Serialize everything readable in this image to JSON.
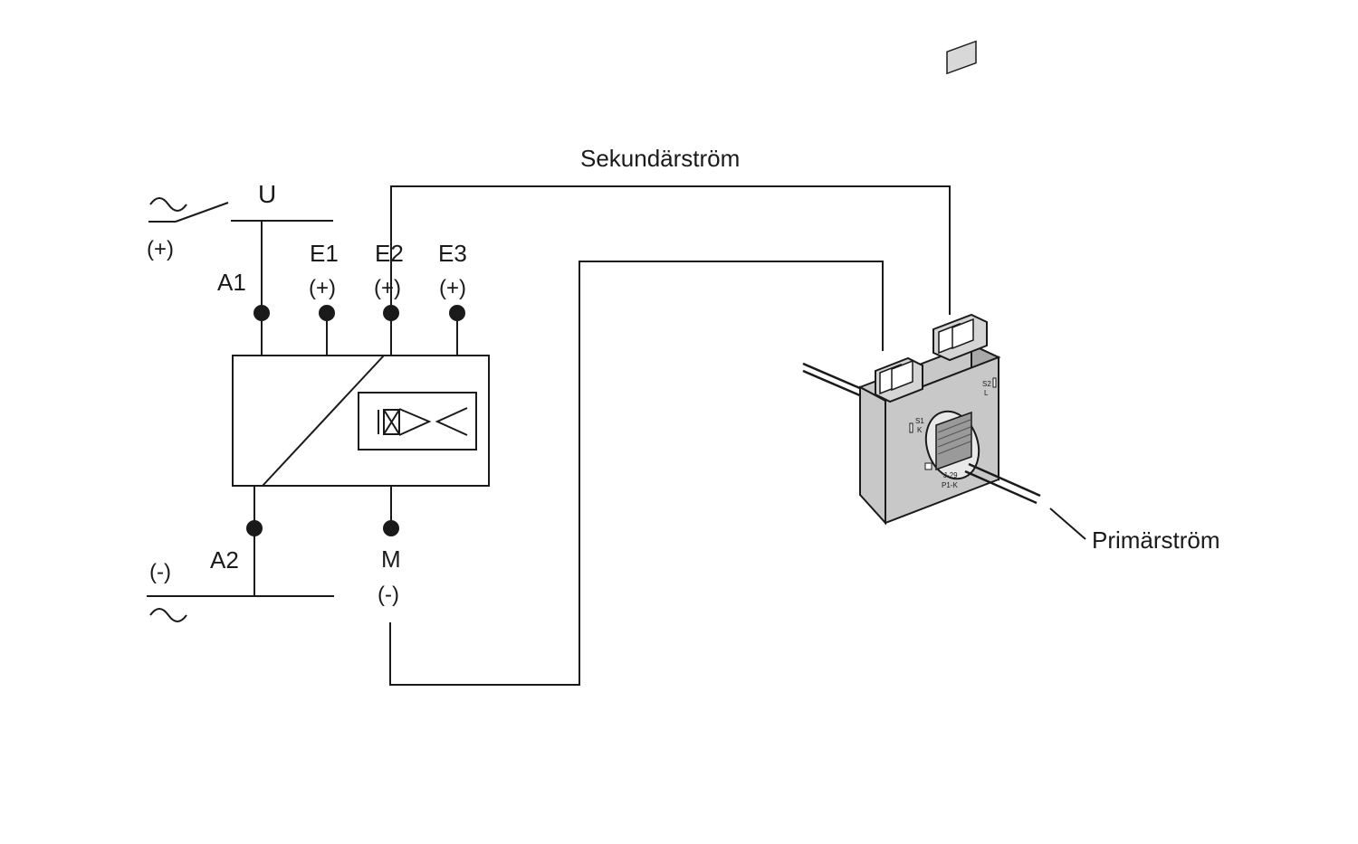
{
  "labels": {
    "secondary_current": "Sekundärström",
    "primary_current": "Primärström",
    "supply_voltage": "U",
    "plus_top": "(+)",
    "minus_bottom": "(-)",
    "ac_symbol": "~"
  },
  "terminals": {
    "a1": "A1",
    "a2": "A2",
    "e1": "E1",
    "e2": "E2",
    "e3": "E3",
    "m": "M",
    "e1_pol": "(+)",
    "e2_pol": "(+)",
    "e3_pol": "(+)",
    "m_pol": "(-)"
  },
  "transformer_markings": {
    "s1": "S1",
    "k": "K",
    "s2": "S2",
    "l": "L",
    "model": "J-29",
    "p1k": "P1-K"
  },
  "colors": {
    "line": "#1a1a1a",
    "transformer_body": "#c8c8c8",
    "transformer_side": "#a9a9a9"
  }
}
